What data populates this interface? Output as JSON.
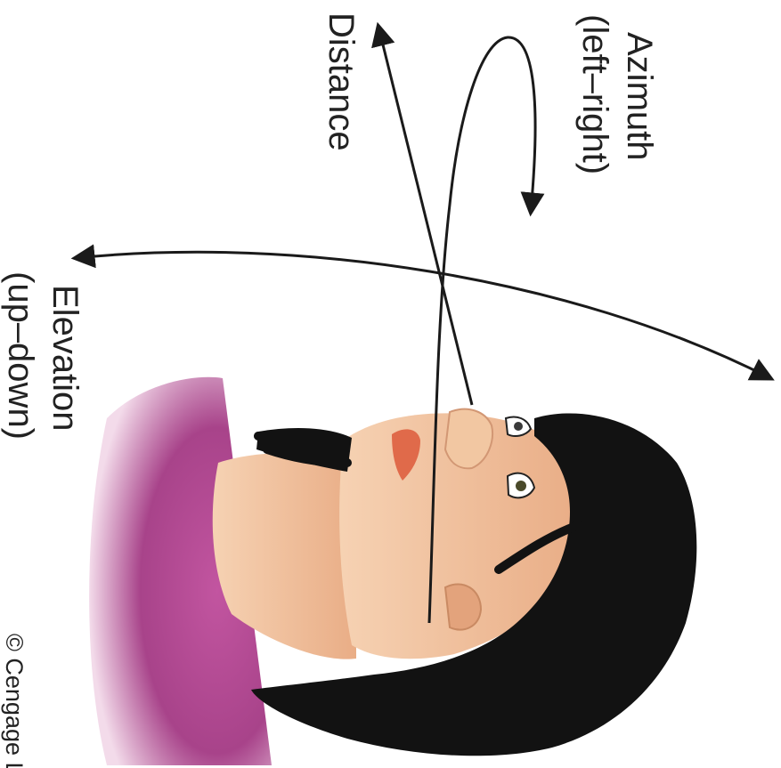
{
  "labels": {
    "azimuth": "Azimuth",
    "azimuth_sub": "(left–right)",
    "distance": "Distance",
    "elevation": "Elevation",
    "elevation_sub": "(up–down)",
    "credit": "© Cengage Le"
  },
  "colors": {
    "arrow": "#1a1a1a",
    "hair": "#111111",
    "skin": "#f0c09a",
    "skin_shadow": "#d99b74",
    "lips": "#e06a4a",
    "shirt": "#b04a8c",
    "background": "#ffffff"
  }
}
